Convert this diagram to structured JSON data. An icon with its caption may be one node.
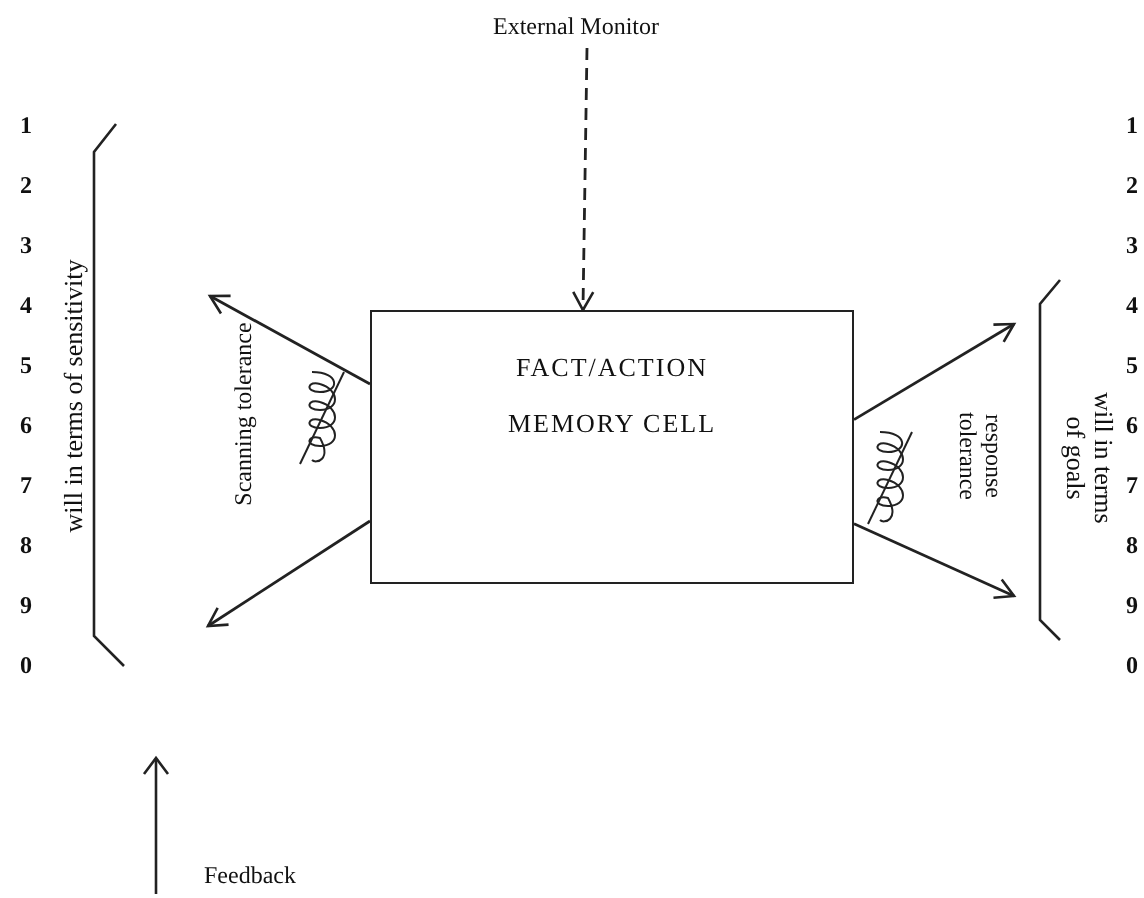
{
  "diagram": {
    "nodes": [
      {
        "text": [
          "External Monitor"
        ]
      },
      {
        "text": [
          "FACT/ACTION",
          "MEMORY CELL"
        ]
      }
    ],
    "edges": [
      {
        "from": 0,
        "to": 1,
        "arrow": "to",
        "style": "dashed"
      },
      {
        "from": 1,
        "to": null,
        "arrow": "to"
      },
      {
        "from": 1,
        "to": null,
        "arrow": "to"
      },
      {
        "from": 1,
        "to": null,
        "arrow": "to"
      },
      {
        "from": 1,
        "to": null,
        "arrow": "to"
      }
    ],
    "labels": [
      "1",
      "2",
      "3",
      "4",
      "5",
      "6",
      "7",
      "8",
      "9",
      "0",
      "will in terms of sensitivity",
      "Scanning tolerance",
      "response tolerance",
      "will in terms of goals",
      "1",
      "2",
      "3",
      "4",
      "5",
      "6",
      "7",
      "8",
      "9",
      "0",
      "Feedback"
    ]
  }
}
